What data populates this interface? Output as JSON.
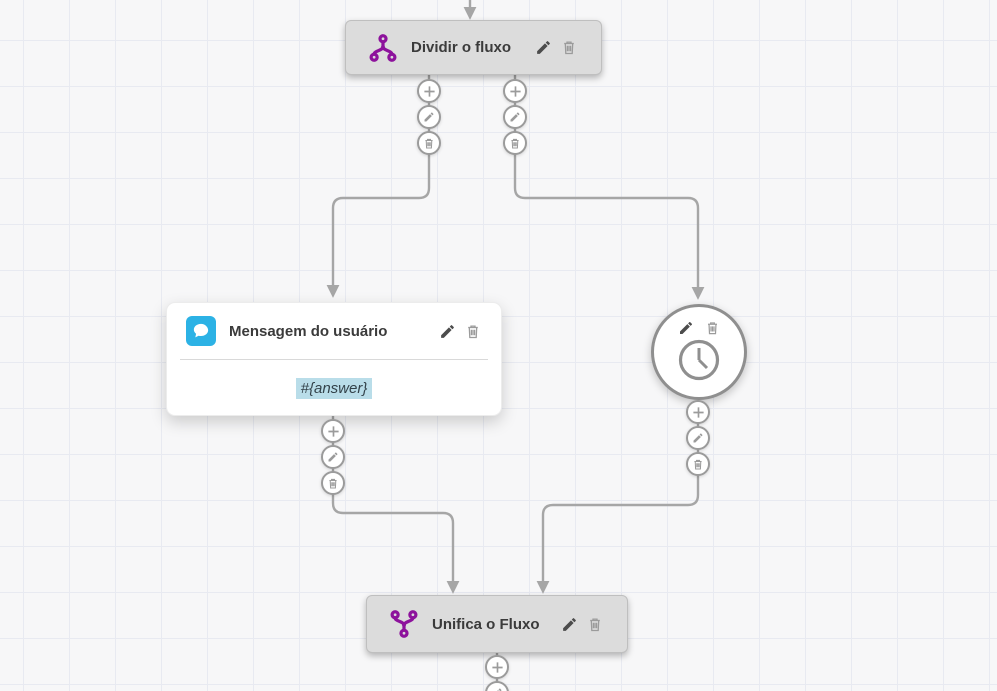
{
  "canvas": {
    "background_color": "#f7f7f8",
    "grid_line_color": "#e8eaf1",
    "connector_color": "#a6a6a6"
  },
  "colors": {
    "node_fill": "#dcdcdc",
    "node_border": "#bfbfbf",
    "flow_purple": "#8d129c",
    "message_blue": "#2cb2e5",
    "variable_highlight": "#b9dde9",
    "icon_dark": "#4c4c4c",
    "icon_gray": "#9b9b9b"
  },
  "nodes": {
    "split": {
      "label": "Dividir o fluxo",
      "icon": "split-flow-icon"
    },
    "user_message": {
      "label": "Mensagem do usuário",
      "icon": "chat-bubble-icon",
      "body_text": "#{answer}"
    },
    "timer": {
      "icon": "clock-icon"
    },
    "merge": {
      "label": "Unifica o Fluxo",
      "icon": "merge-flow-icon"
    }
  },
  "connector_actions": {
    "add": "plus-icon",
    "edit": "pencil-icon",
    "delete": "trash-icon"
  }
}
